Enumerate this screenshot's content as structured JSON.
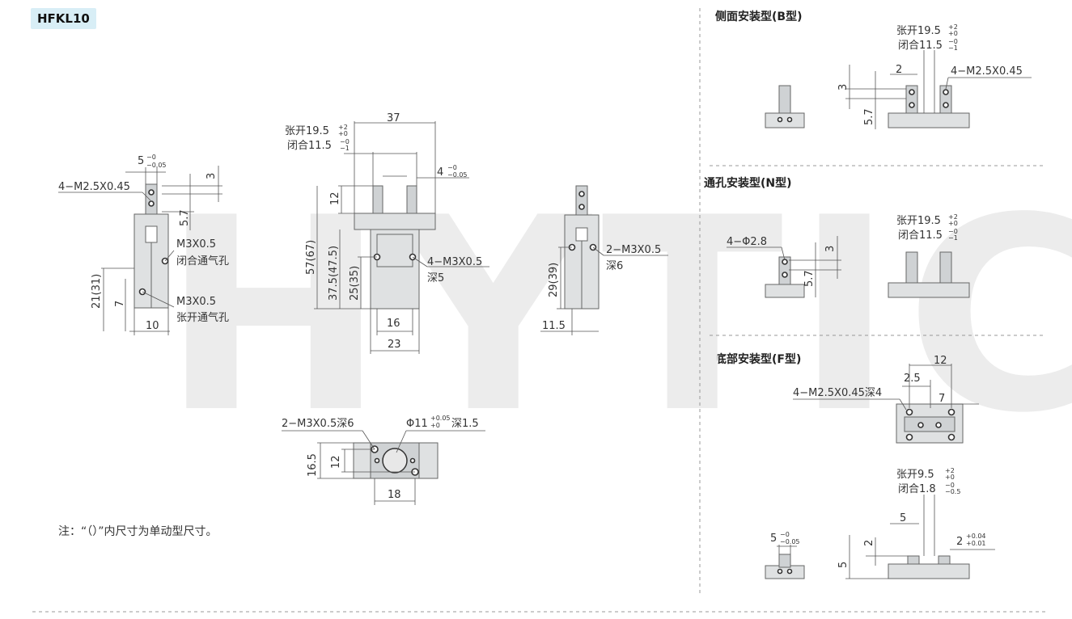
{
  "model": "HFKL10",
  "watermark": "HYTIC",
  "sections": {
    "b": "侧面安装型(B型)",
    "n": "通孔安装型(N型)",
    "f": "底部安装型(F型)"
  },
  "note": "注：“（）”内尺寸为单动型尺寸。",
  "labels": {
    "d_5_tol": "5",
    "d_5_sup": "−0",
    "d_5_sub": "−0.05",
    "d_3": "3",
    "d_m25_4": "4−M2.5X0.45",
    "d_57": "5.7",
    "m3_a": "M3X0.5",
    "vent_close": "闭合通气孔",
    "m3_b": "M3X0.5",
    "vent_open": "张开通气孔",
    "d_21_31": "21(31)",
    "d_7": "7",
    "d_10": "10",
    "open_195": "张开19.5",
    "open_195_sup": "+2",
    "open_195_sub": "+0",
    "close_115": "闭合11.5",
    "close_115_sup": "−0",
    "close_115_sub": "−1",
    "d_37": "37",
    "d_4": "4",
    "d_4_sup": "−0",
    "d_4_sub": "−0.05",
    "d_12": "12",
    "d_57_67": "57(67)",
    "d_375": "37.5(47.5)",
    "d_25_35": "25(35)",
    "d_m3_4": "4−M3X0.5",
    "deep5": "深5",
    "d_16": "16",
    "d_23": "23",
    "d_m3_2": "2−M3X0.5",
    "deep6": "深6",
    "d_29_39": "29(39)",
    "d_115": "11.5",
    "bot_m3": "2−M3X0.5深6",
    "bot_phi": "Φ11",
    "bot_phi_sup": "+0.05",
    "bot_phi_sub": "+0",
    "bot_phi_deep": "深1.5",
    "d_165": "16.5",
    "d_12b": "12",
    "d_18": "18",
    "b_2": "2",
    "b_m25": "4−M2.5X0.45",
    "b_3": "3",
    "b_57": "5.7",
    "n_phi": "4−Φ2.8",
    "n_3": "3",
    "n_57": "5.7",
    "f_12": "12",
    "f_25": "2.5",
    "f_7": "7",
    "f_m25": "4−M2.5X0.45深4",
    "f_open": "张开9.5",
    "f_open_sup": "+2",
    "f_open_sub": "+0",
    "f_close": "闭合1.8",
    "f_close_sup": "−0",
    "f_close_sub": "−0.5",
    "f_5": "5",
    "f_5b": "5",
    "f_5b_sup": "−0",
    "f_5b_sub": "−0.05",
    "f_2": "2",
    "f_2t": "2",
    "f_2t_sup": "+0.04",
    "f_2t_sub": "+0.01",
    "f_5c": "5"
  }
}
